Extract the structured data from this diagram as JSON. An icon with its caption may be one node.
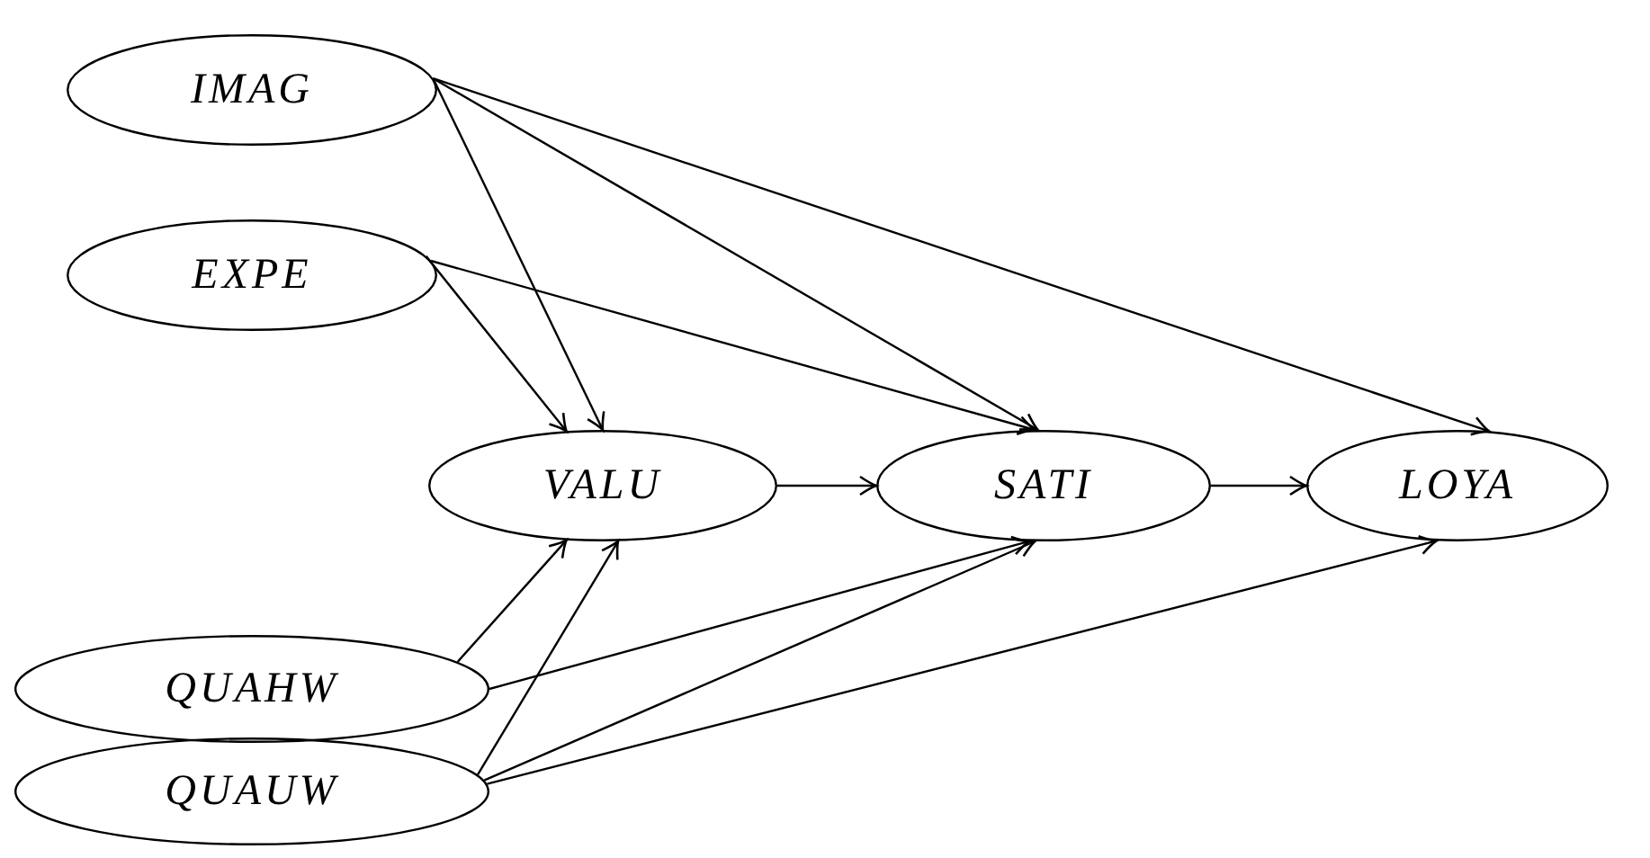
{
  "diagram": {
    "nodes": [
      {
        "text": [
          "IMAG"
        ]
      },
      {
        "text": [
          "EXPE"
        ]
      },
      {
        "text": [
          "VALU"
        ]
      },
      {
        "text": [
          "SATI"
        ]
      },
      {
        "text": [
          "LOYA"
        ]
      },
      {
        "text": [
          "QUAHW"
        ]
      },
      {
        "text": [
          "QUAUW"
        ]
      }
    ],
    "edges": [
      {
        "from": 0,
        "to": 2,
        "arrow": "to"
      },
      {
        "from": 0,
        "to": 3,
        "arrow": "to"
      },
      {
        "from": 0,
        "to": 4,
        "arrow": "to"
      },
      {
        "from": 1,
        "to": 2,
        "arrow": "to"
      },
      {
        "from": 1,
        "to": 3,
        "arrow": "to"
      },
      {
        "from": 2,
        "to": 3,
        "arrow": "to"
      },
      {
        "from": 3,
        "to": 4,
        "arrow": "to"
      },
      {
        "from": 5,
        "to": 2,
        "arrow": "to"
      },
      {
        "from": 5,
        "to": 3,
        "arrow": "to"
      },
      {
        "from": 6,
        "to": 2,
        "arrow": "to"
      },
      {
        "from": 6,
        "to": 3,
        "arrow": "to"
      },
      {
        "from": 6,
        "to": 4,
        "arrow": "to"
      }
    ]
  }
}
